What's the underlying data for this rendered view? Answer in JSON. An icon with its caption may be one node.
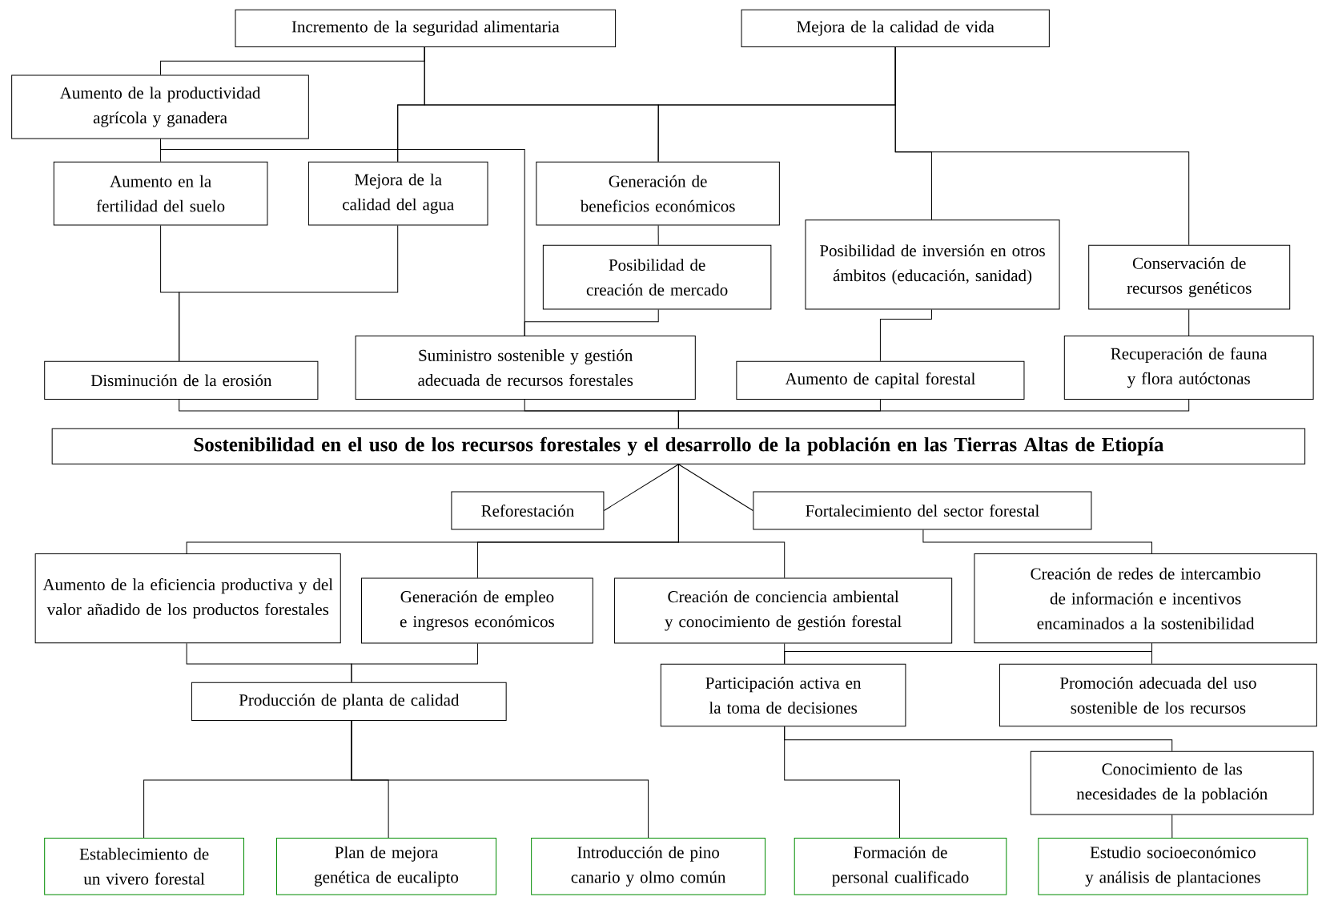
{
  "diagram": {
    "nodes": [
      {
        "text": [
          "Incremento de la seguridad alimentaria"
        ]
      },
      {
        "text": [
          "Mejora de la calidad de vida"
        ]
      },
      {
        "text": [
          "Aumento de la productividad agrícola y ganadera"
        ]
      },
      {
        "text": [
          "Aumento en la fertilidad del suelo"
        ]
      },
      {
        "text": [
          "Mejora de la calidad del agua"
        ]
      },
      {
        "text": [
          "Generación de beneficios económicos"
        ]
      },
      {
        "text": [
          "Posibilidad de creación de mercado"
        ]
      },
      {
        "text": [
          "Posibilidad de inversión en otros ámbitos (educación, sanidad)"
        ]
      },
      {
        "text": [
          "Conservación de recursos genéticos"
        ]
      },
      {
        "text": [
          "Disminución de la erosión"
        ]
      },
      {
        "text": [
          "Suministro sostenible y gestión adecuada de recursos forestales"
        ]
      },
      {
        "text": [
          "Aumento de capital forestal"
        ]
      },
      {
        "text": [
          "Recuperación de fauna y flora autóctonas"
        ]
      },
      {
        "text": [
          "Sostenibilidad en el uso de los recursos forestales y el desarrollo de la población en las Tierras Altas de Etiopía"
        ]
      },
      {
        "text": [
          "Reforestación"
        ]
      },
      {
        "text": [
          "Fortalecimiento del sector forestal"
        ]
      },
      {
        "text": [
          "Aumento de la eficiencia productiva y del valor añadido de los productos forestales"
        ]
      },
      {
        "text": [
          "Generación de empleo e ingresos económicos"
        ]
      },
      {
        "text": [
          "Creación de conciencia ambiental y conocimiento de gestión forestal"
        ]
      },
      {
        "text": [
          "Creación de redes de intercambio de información e incentivos encaminados a la sostenibilidad"
        ]
      },
      {
        "text": [
          "Producción de planta de calidad"
        ]
      },
      {
        "text": [
          "Participación activa en la toma de decisiones"
        ]
      },
      {
        "text": [
          "Promoción adecuada del uso sostenible de los recursos"
        ]
      },
      {
        "text": [
          "Conocimiento de las necesidades de la población"
        ]
      },
      {
        "text": [
          "Establecimiento de un vivero forestal"
        ]
      },
      {
        "text": [
          "Plan de mejora genética de eucalipto"
        ]
      },
      {
        "text": [
          "Introducción de pino canario y olmo común"
        ]
      },
      {
        "text": [
          "Formación de personal cualificado"
        ]
      },
      {
        "text": [
          "Estudio socioeconómico y análisis de plantaciones"
        ]
      }
    ],
    "edges": [
      {
        "from": 0,
        "to": 2,
        "arrow": "none"
      },
      {
        "from": 0,
        "to": 4,
        "arrow": "none"
      },
      {
        "from": 0,
        "to": 5,
        "arrow": "none"
      },
      {
        "from": 1,
        "to": 4,
        "arrow": "none"
      },
      {
        "from": 1,
        "to": 5,
        "arrow": "none"
      },
      {
        "from": 1,
        "to": 7,
        "arrow": "none"
      },
      {
        "from": 1,
        "to": 8,
        "arrow": "none"
      },
      {
        "from": 2,
        "to": 3,
        "arrow": "none"
      },
      {
        "from": 2,
        "to": 10,
        "arrow": "none"
      },
      {
        "from": 5,
        "to": 6,
        "arrow": "none"
      },
      {
        "from": 6,
        "to": 10,
        "arrow": "none"
      },
      {
        "from": 7,
        "to": 11,
        "arrow": "none"
      },
      {
        "from": 3,
        "to": 9,
        "arrow": "none"
      },
      {
        "from": 4,
        "to": 9,
        "arrow": "none"
      },
      {
        "from": 8,
        "to": 12,
        "arrow": "none"
      },
      {
        "from": 9,
        "to": 13,
        "arrow": "none"
      },
      {
        "from": 10,
        "to": 13,
        "arrow": "none"
      },
      {
        "from": 11,
        "to": 13,
        "arrow": "none"
      },
      {
        "from": 12,
        "to": 13,
        "arrow": "none"
      },
      {
        "from": 13,
        "to": 14,
        "arrow": "none"
      },
      {
        "from": 13,
        "to": 15,
        "arrow": "none"
      },
      {
        "from": 13,
        "to": 16,
        "arrow": "none"
      },
      {
        "from": 13,
        "to": 17,
        "arrow": "none"
      },
      {
        "from": 13,
        "to": 18,
        "arrow": "none"
      },
      {
        "from": 15,
        "to": 19,
        "arrow": "none"
      },
      {
        "from": 16,
        "to": 20,
        "arrow": "none"
      },
      {
        "from": 17,
        "to": 20,
        "arrow": "none"
      },
      {
        "from": 18,
        "to": 21,
        "arrow": "none"
      },
      {
        "from": 19,
        "to": 21,
        "arrow": "none"
      },
      {
        "from": 19,
        "to": 22,
        "arrow": "none"
      },
      {
        "from": 20,
        "to": 24,
        "arrow": "none"
      },
      {
        "from": 20,
        "to": 25,
        "arrow": "none"
      },
      {
        "from": 20,
        "to": 26,
        "arrow": "none"
      },
      {
        "from": 21,
        "to": 27,
        "arrow": "none"
      },
      {
        "from": 21,
        "to": 23,
        "arrow": "none"
      },
      {
        "from": 23,
        "to": 28,
        "arrow": "none"
      }
    ]
  }
}
